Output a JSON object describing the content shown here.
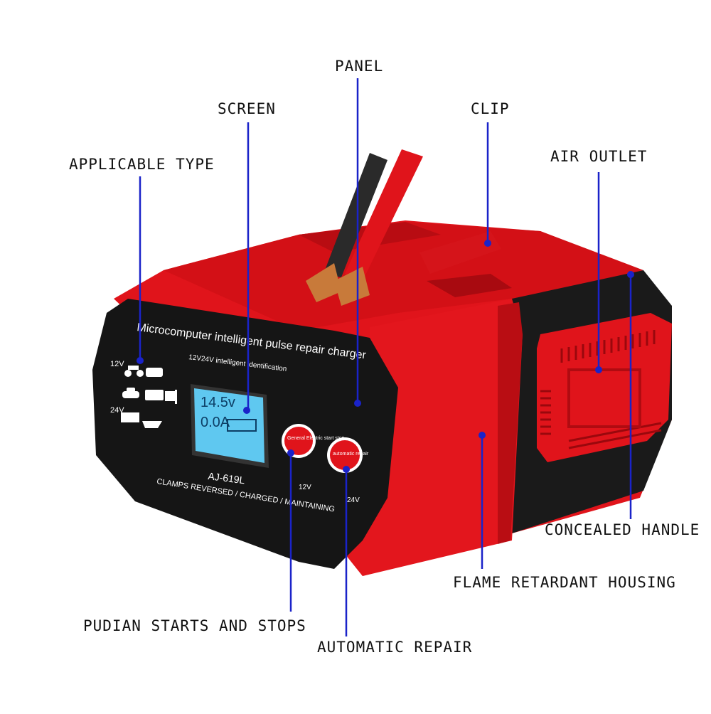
{
  "callouts": {
    "panel": "PANEL",
    "screen": "SCREEN",
    "clip": "CLIP",
    "applicable_type": "APPLICABLE TYPE",
    "air_outlet": "AIR OUTLET",
    "concealed_handle": "CONCEALED HANDLE",
    "flame_retardant_housing": "FLAME RETARDANT HOUSING",
    "pudian_starts_and_stops": "PUDIAN STARTS AND STOPS",
    "automatic_repair": "AUTOMATIC REPAIR"
  },
  "device": {
    "brand_line": "Microcomputer intelligent pulse repair charger",
    "sub_line": "12V24V intelligent identification",
    "model": "AJ-619L",
    "status_line": "CLAMPS REVERSED / CHARGED / MAINTAINING",
    "volt_labels": [
      "12V",
      "24V"
    ],
    "lcd_voltage": "14.5v",
    "lcd_current": "0.0A",
    "left_button_label": "General Electric start stop",
    "right_button_label": "automatic repair",
    "left_button_volt": "12V",
    "right_button_volt": "24V"
  },
  "colors": {
    "housing_red": "#e0141b",
    "panel_black": "#151515",
    "leader_blue": "#1a23c9",
    "lcd_blue": "#5fc8f0"
  }
}
